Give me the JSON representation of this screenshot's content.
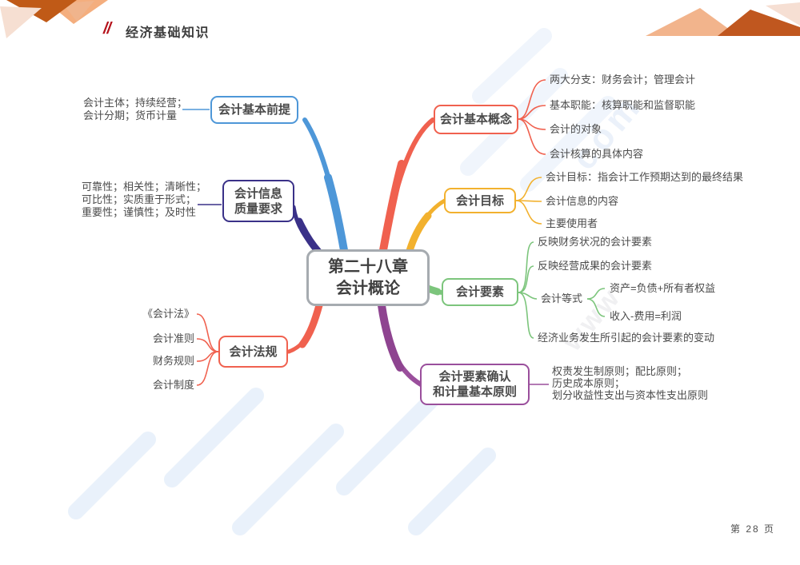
{
  "page": {
    "header": {
      "slash_mark": "//",
      "title": "经济基础知识"
    },
    "footer": {
      "page_number": "第 28 页"
    },
    "watermark": {
      "fragment_top": "com",
      "fragment_bottom": "www"
    }
  },
  "colors": {
    "header_slash": "#b5121b",
    "center_border": "#a6abb0",
    "premise": "#4e97d8",
    "quality": "#3a3188",
    "regulation": "#f0614f",
    "concept": "#f0614f",
    "goal": "#f2b12e",
    "elements": "#7cc57c",
    "principles": "#9a4f9c",
    "decoration_dark_orange": "#c0571f",
    "decoration_light_orange": "#f2b48c",
    "decoration_pale": "#f6dfd2"
  },
  "mindmap": {
    "center": {
      "lines": [
        "第二十八章",
        "会计概论"
      ]
    },
    "premise": {
      "label": "会计基本前提",
      "note_lines": [
        "会计主体；持续经营；",
        "会计分期；货币计量"
      ]
    },
    "quality": {
      "label_lines": [
        "会计信息",
        "质量要求"
      ],
      "note_lines": [
        "可靠性；相关性；清晰性；",
        "可比性；实质重于形式；",
        "重要性；谨慎性；及时性"
      ]
    },
    "regulation": {
      "label": "会计法规",
      "items": [
        "《会计法》",
        "会计准则",
        "财务规则",
        "会计制度"
      ]
    },
    "concept": {
      "label": "会计基本概念",
      "items": [
        "两大分支：财务会计；管理会计",
        "基本职能：核算职能和监督职能",
        "会计的对象",
        "会计核算的具体内容"
      ]
    },
    "goal": {
      "label": "会计目标",
      "items": [
        "会计目标：指会计工作预期达到的最终结果",
        "会计信息的内容",
        "主要使用者"
      ]
    },
    "elements": {
      "label": "会计要素",
      "items": [
        "反映财务状况的会计要素",
        "反映经营成果的会计要素",
        "会计等式",
        "经济业务发生所引起的会计要素的变动"
      ],
      "equation": [
        "资产=负债+所有者权益",
        "收入-费用=利润"
      ]
    },
    "principles": {
      "label_lines": [
        "会计要素确认",
        "和计量基本原则"
      ],
      "note_lines": [
        "权责发生制原则；配比原则；",
        "历史成本原则；",
        "划分收益性支出与资本性支出原则"
      ]
    }
  }
}
